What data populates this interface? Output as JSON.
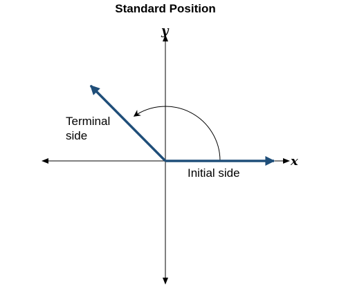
{
  "figure": {
    "title": "Standard Position",
    "x_axis_label": "x",
    "y_axis_label": "y",
    "terminal_side_label": [
      "Terminal",
      "side"
    ],
    "initial_side_label": "Initial side",
    "angle_degrees": 135,
    "ray_color": "#1f4e79",
    "axis_color": "#000000"
  }
}
